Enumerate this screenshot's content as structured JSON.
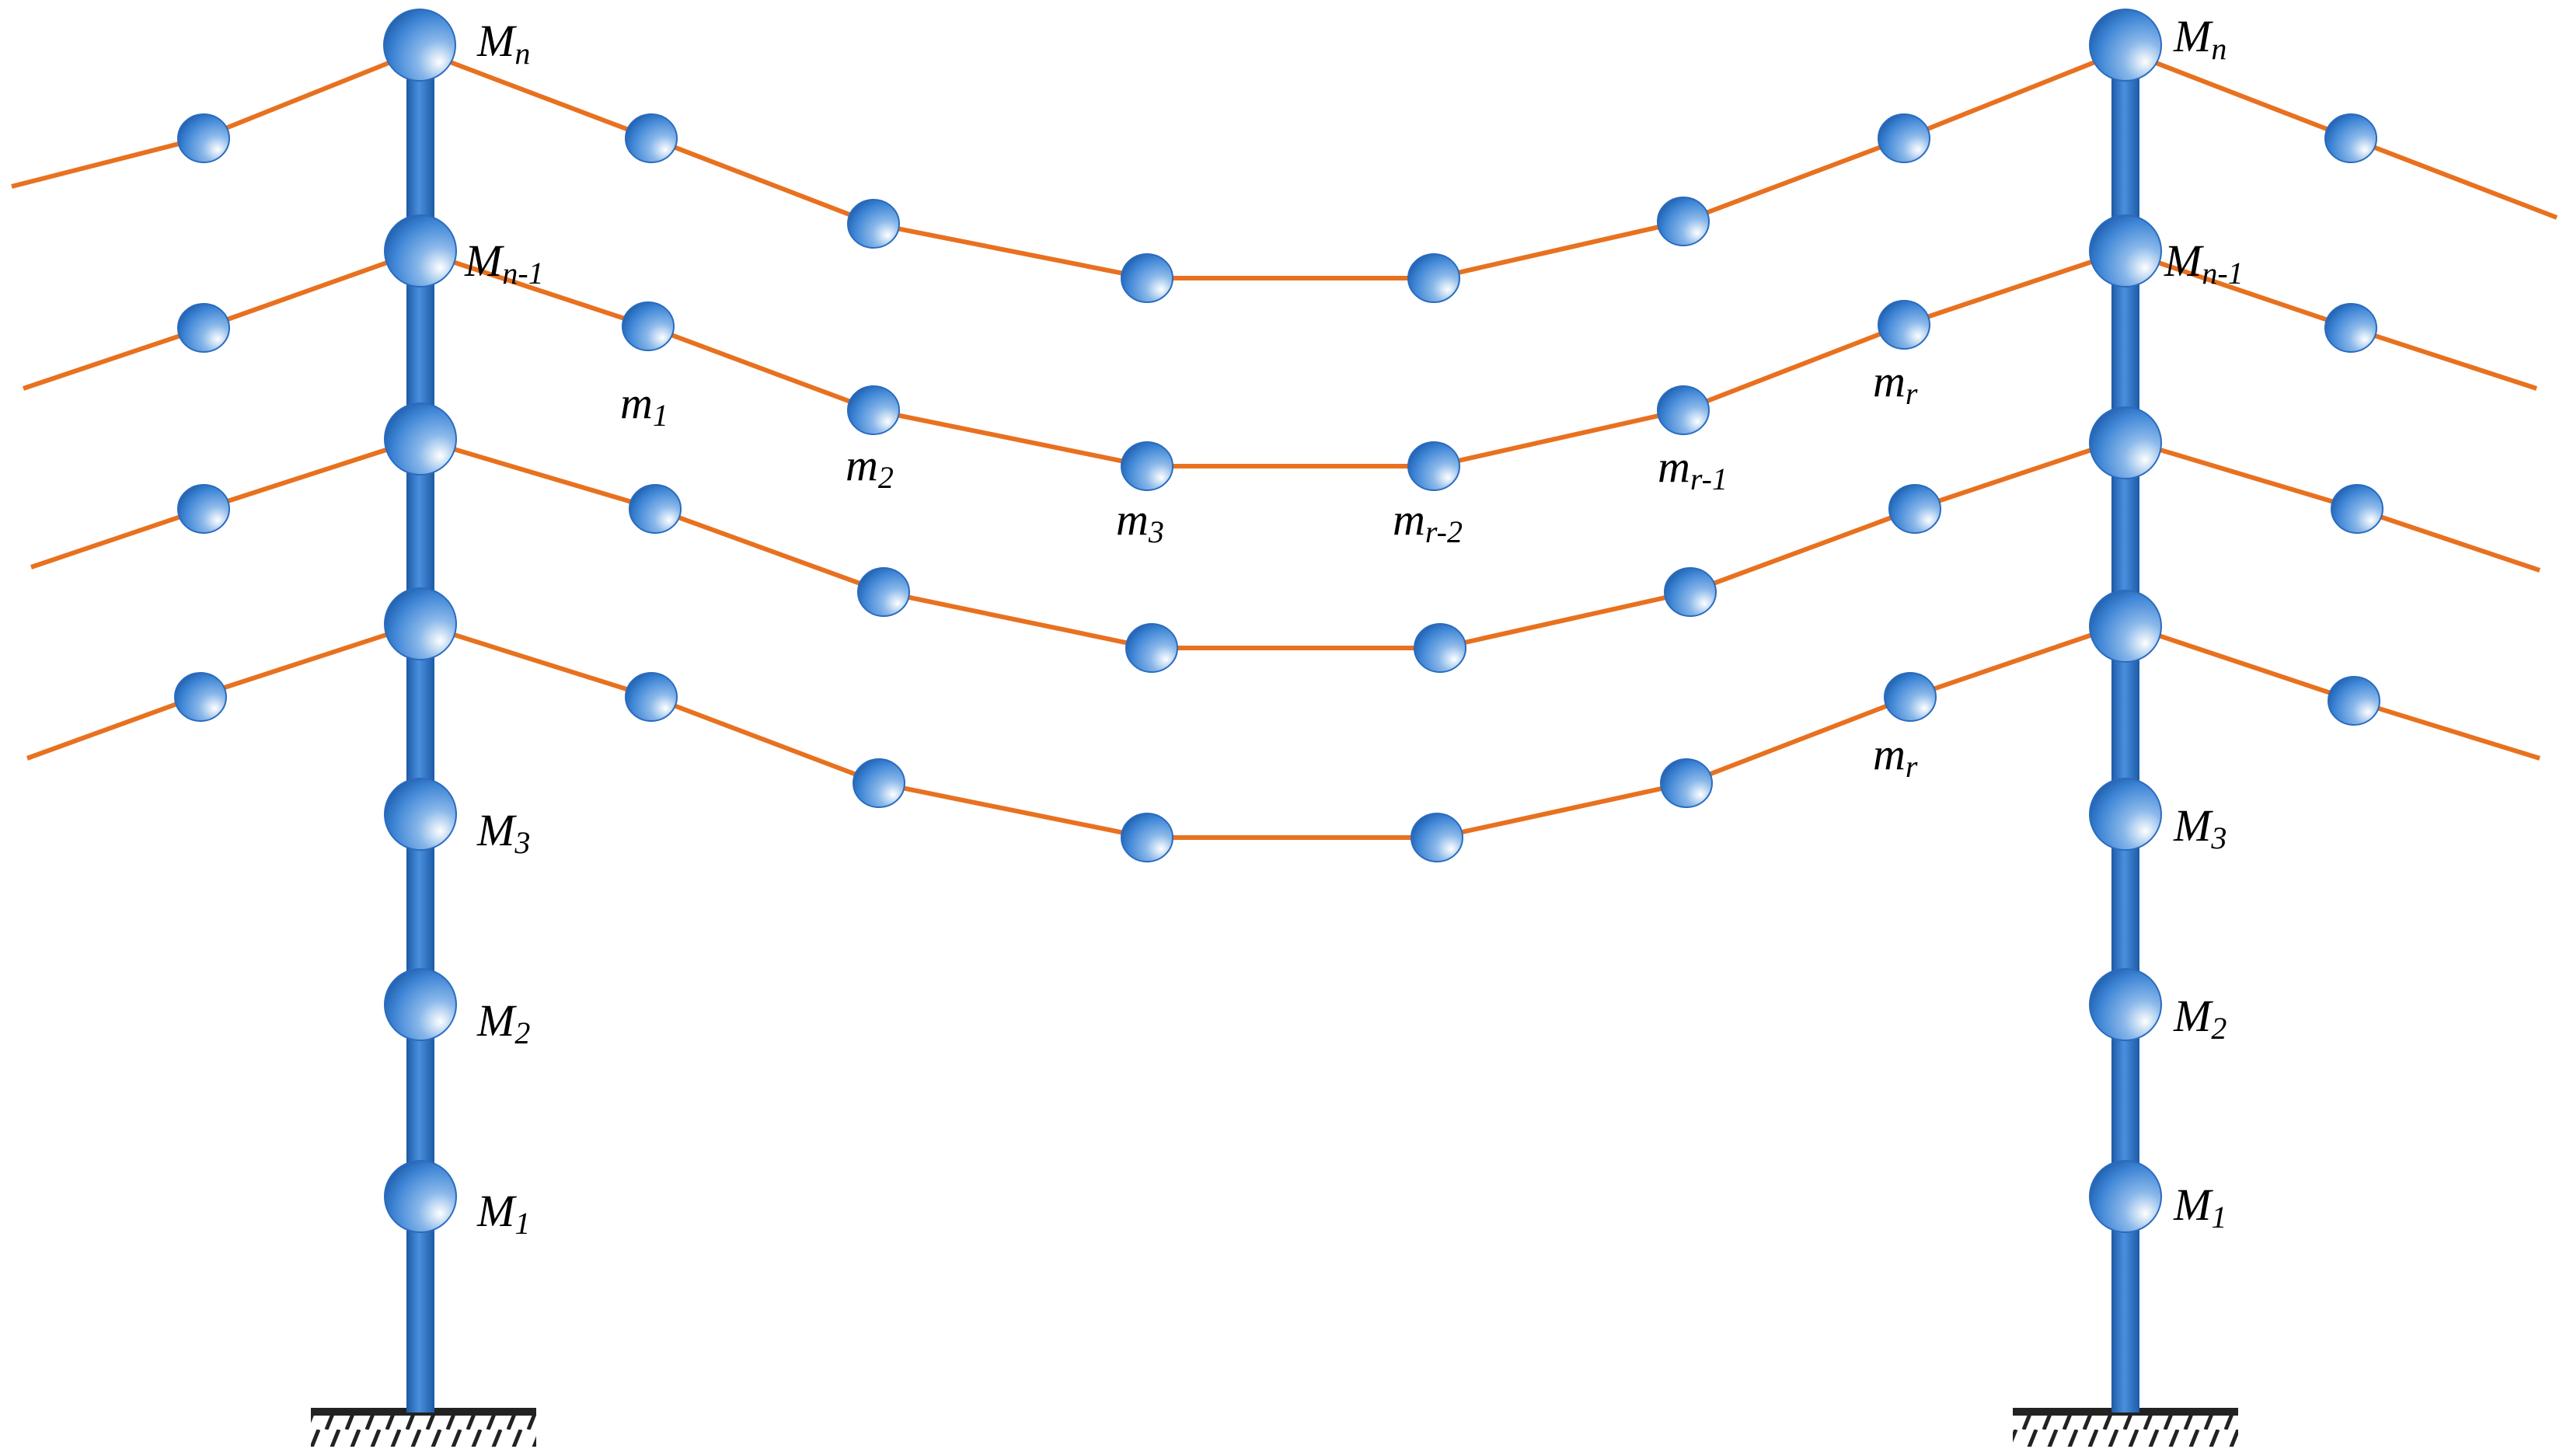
{
  "colors": {
    "tower": "#2c73c8",
    "mass": "#3f86d6",
    "cable": "#e8711f",
    "ground": "#222222",
    "text": "#000000"
  },
  "tower_labels": {
    "left": [
      {
        "base": "M",
        "sub": "n"
      },
      {
        "base": "M",
        "sub": "n-1"
      },
      {
        "base": "M",
        "sub": "3"
      },
      {
        "base": "M",
        "sub": "2"
      },
      {
        "base": "M",
        "sub": "1"
      }
    ],
    "right": [
      {
        "base": "M",
        "sub": "n"
      },
      {
        "base": "M",
        "sub": "n-1"
      },
      {
        "base": "M",
        "sub": "3"
      },
      {
        "base": "M",
        "sub": "2"
      },
      {
        "base": "M",
        "sub": "1"
      }
    ]
  },
  "span_labels": [
    {
      "base": "m",
      "sub": "1"
    },
    {
      "base": "m",
      "sub": "2"
    },
    {
      "base": "m",
      "sub": "3"
    },
    {
      "base": "m",
      "sub": "r-2"
    },
    {
      "base": "m",
      "sub": "r-1"
    },
    {
      "base": "m",
      "sub": "r"
    },
    {
      "base": "m",
      "sub": "r"
    }
  ]
}
